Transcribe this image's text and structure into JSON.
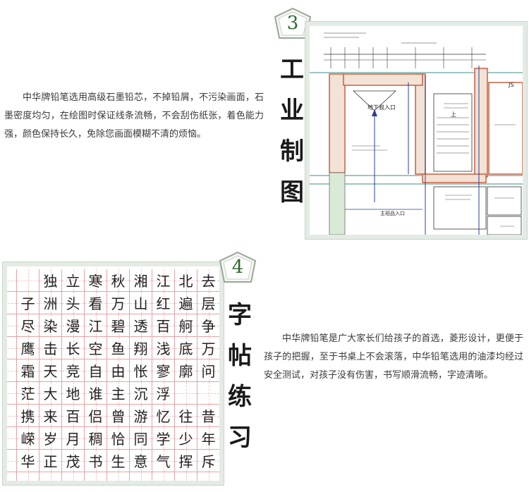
{
  "section3": {
    "number": "3",
    "title_chars": [
      "工",
      "业",
      "制",
      "图"
    ],
    "description": "中华牌铅笔选用高级石墨铅芯，不掉铅屑，不污染画面，石墨密度均匀，在绘图时保证线条流畅，不会刮伤纸张，着色能力强，颜色保持长久，免除您画面模糊不清的烦恼。",
    "drawing_labels": [
      "地下叔入口",
      "JS",
      "上",
      "主班品入口"
    ]
  },
  "section4": {
    "number": "4",
    "title_chars": [
      "字",
      "帖",
      "练",
      "习"
    ],
    "description": "中华牌铅笔是广大家长们给孩子的首选，菱形设计，更便于孩子的把握，至于书桌上不会滚落，中华铅笔选用的油漆均经过安全测试，对孩子没有伤害，书写顺滑流畅，字迹清晰。",
    "copybook_rows": [
      [
        "",
        "",
        "独",
        "立",
        "寒",
        "秋",
        "湘",
        "江",
        "北",
        "去"
      ],
      [
        "",
        "子",
        "洲",
        "头",
        "看",
        "万",
        "山",
        "红",
        "遍",
        "层"
      ],
      [
        "",
        "尽",
        "染",
        "漫",
        "江",
        "碧",
        "透",
        "百",
        "舸",
        "争"
      ],
      [
        "",
        "鹰",
        "击",
        "长",
        "空",
        "鱼",
        "翔",
        "浅",
        "底",
        "万"
      ],
      [
        "",
        "霜",
        "天",
        "竞",
        "自",
        "由",
        "怅",
        "寥",
        "廓",
        "问"
      ],
      [
        "",
        "茫",
        "大",
        "地",
        "谁",
        "主",
        "沉",
        "浮",
        "",
        ""
      ],
      [
        "",
        "携",
        "来",
        "百",
        "侣",
        "曾",
        "游",
        "忆",
        "往",
        "昔"
      ],
      [
        "",
        "嵘",
        "岁",
        "月",
        "稠",
        "恰",
        "同",
        "学",
        "少",
        "年"
      ],
      [
        "",
        "华",
        "正",
        "茂",
        "书",
        "生",
        "意",
        "气",
        "挥",
        "斥"
      ],
      [
        "",
        "",
        "",
        "",
        "",
        "",
        "",
        "",
        "",
        ""
      ]
    ]
  },
  "colors": {
    "frame": "#e3ebe4",
    "badge_number": "#2f6a2a",
    "grid_line": "#e7a3a3",
    "drawing_wall": "#c86040"
  }
}
